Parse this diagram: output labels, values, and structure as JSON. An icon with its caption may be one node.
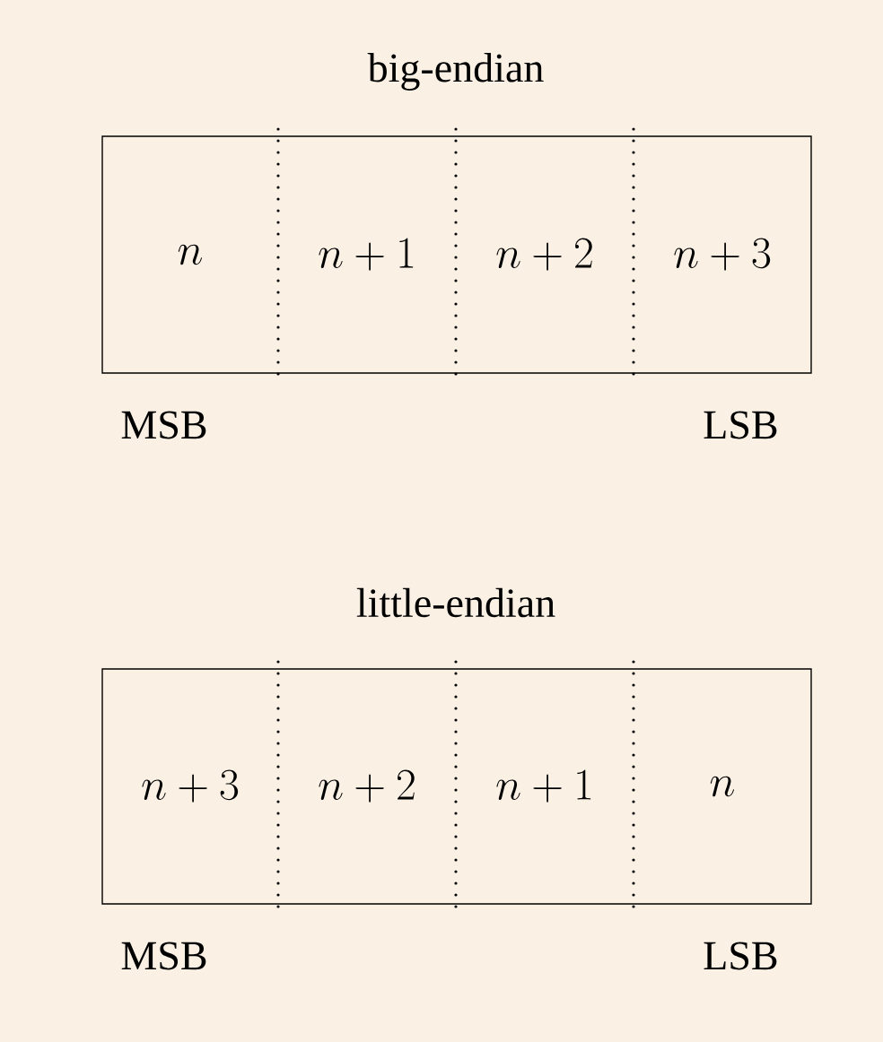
{
  "diagram": {
    "nodes": [
      {
        "text": [
          "n"
        ]
      },
      {
        "text": [
          "n+1"
        ]
      },
      {
        "text": [
          "n+2"
        ]
      },
      {
        "text": [
          "n+3"
        ]
      },
      {
        "text": [
          "n+3"
        ]
      },
      {
        "text": [
          "n+2"
        ]
      },
      {
        "text": [
          "n+1"
        ]
      },
      {
        "text": [
          "n"
        ]
      }
    ],
    "labels": [
      "big-endian",
      "MSB",
      "LSB",
      "little-endian",
      "MSB",
      "LSB"
    ]
  }
}
